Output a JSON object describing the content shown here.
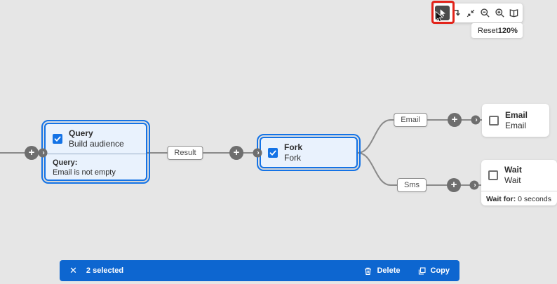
{
  "toolbar": {
    "tools": [
      {
        "name": "select-tool",
        "selected": true
      },
      {
        "name": "swap-paths-tool",
        "selected": false
      },
      {
        "name": "collapse-tool",
        "selected": false
      },
      {
        "name": "zoom-out-tool",
        "selected": false
      },
      {
        "name": "zoom-in-tool",
        "selected": false
      },
      {
        "name": "overview-tool",
        "selected": false
      }
    ],
    "reset_label": "Reset",
    "zoom_level": "120%"
  },
  "nodes": {
    "query": {
      "title": "Query",
      "subtitle": "Build audience",
      "checked": true,
      "detail_label": "Query:",
      "detail_value": "Email is not empty"
    },
    "fork": {
      "title": "Fork",
      "subtitle": "Fork",
      "checked": true
    },
    "email": {
      "title": "Email",
      "subtitle": "Email",
      "checked": false
    },
    "wait": {
      "title": "Wait",
      "subtitle": "Wait",
      "checked": false,
      "detail_label": "Wait for:",
      "detail_value": " 0 seconds"
    }
  },
  "transitions": {
    "result": "Result",
    "email": "Email",
    "sms": "Sms"
  },
  "icons": {
    "plus": "+",
    "chevron": "›",
    "close": "✕"
  },
  "selection_bar": {
    "count": "2 selected",
    "delete": "Delete",
    "copy": "Copy"
  },
  "colors": {
    "accent": "#1473e6",
    "bar_blue": "#0d66d0",
    "canvas": "#e6e6e6",
    "wire": "#8a8a8a"
  }
}
